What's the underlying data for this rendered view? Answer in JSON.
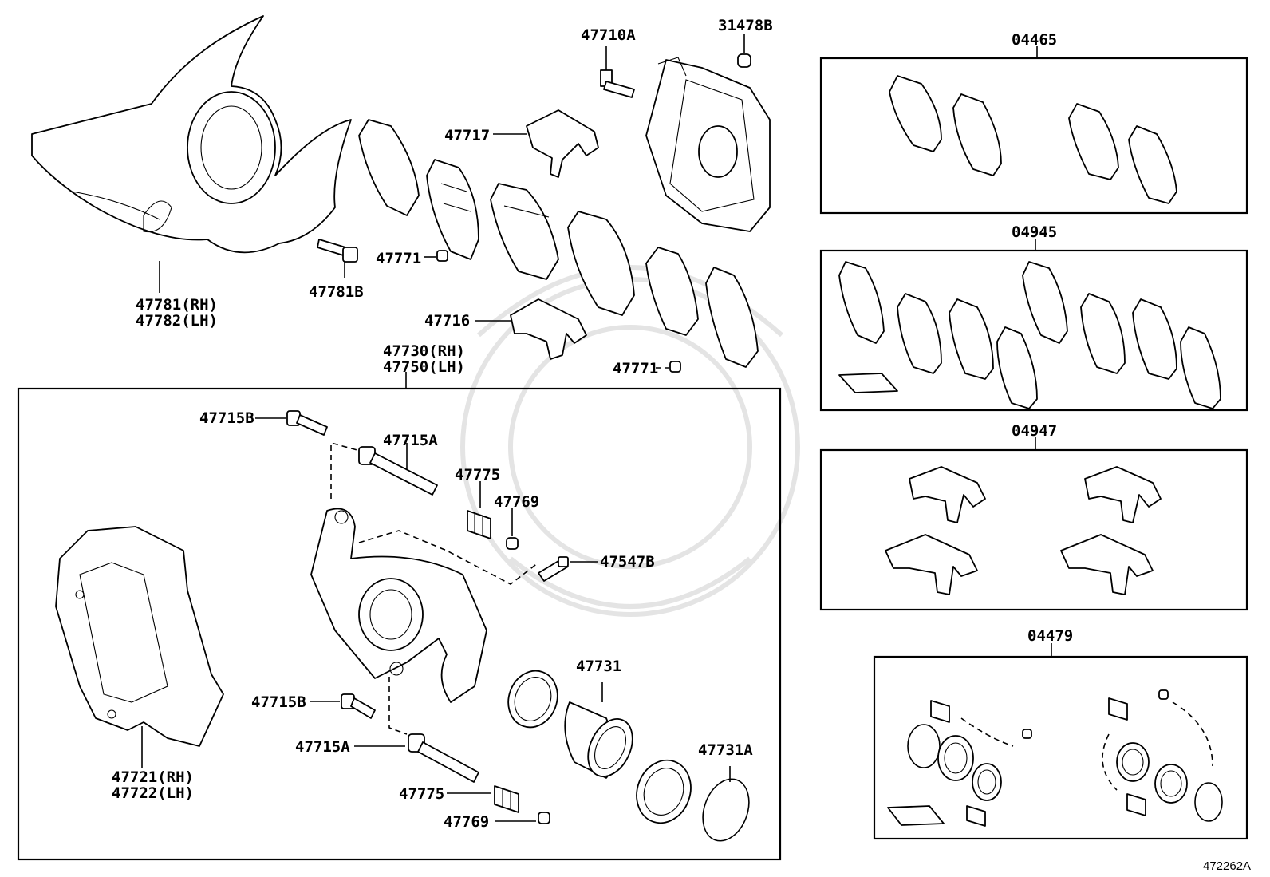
{
  "diagram_code": "472262A",
  "callouts": {
    "shield": [
      "47781(RH)",
      "47782(LH)"
    ],
    "shield_bolt": "47781B",
    "pad_bolt_top": "47710A",
    "cap_top": "31478B",
    "anti_squeal_top": "47717",
    "wear_clip_1": "47771",
    "anti_squeal_bottom": "47716",
    "wear_clip_2": "47771",
    "cylinder": [
      "47730(RH)",
      "47750(LH)"
    ],
    "pin_bolt_top": "47715B",
    "slide_pin_top": "47715A",
    "boot_top": "47775",
    "bushing_top": "47769",
    "bleeder": "47547B",
    "piston": "47731",
    "seal": "47731A",
    "mounting": [
      "47721(RH)",
      "47722(LH)"
    ],
    "pin_bolt_bottom": "47715B",
    "slide_pin_bottom": "47715A",
    "boot_bottom": "47775",
    "bushing_bottom": "47769"
  },
  "kits": [
    {
      "code": "04465"
    },
    {
      "code": "04945"
    },
    {
      "code": "04947"
    },
    {
      "code": "04479"
    }
  ]
}
